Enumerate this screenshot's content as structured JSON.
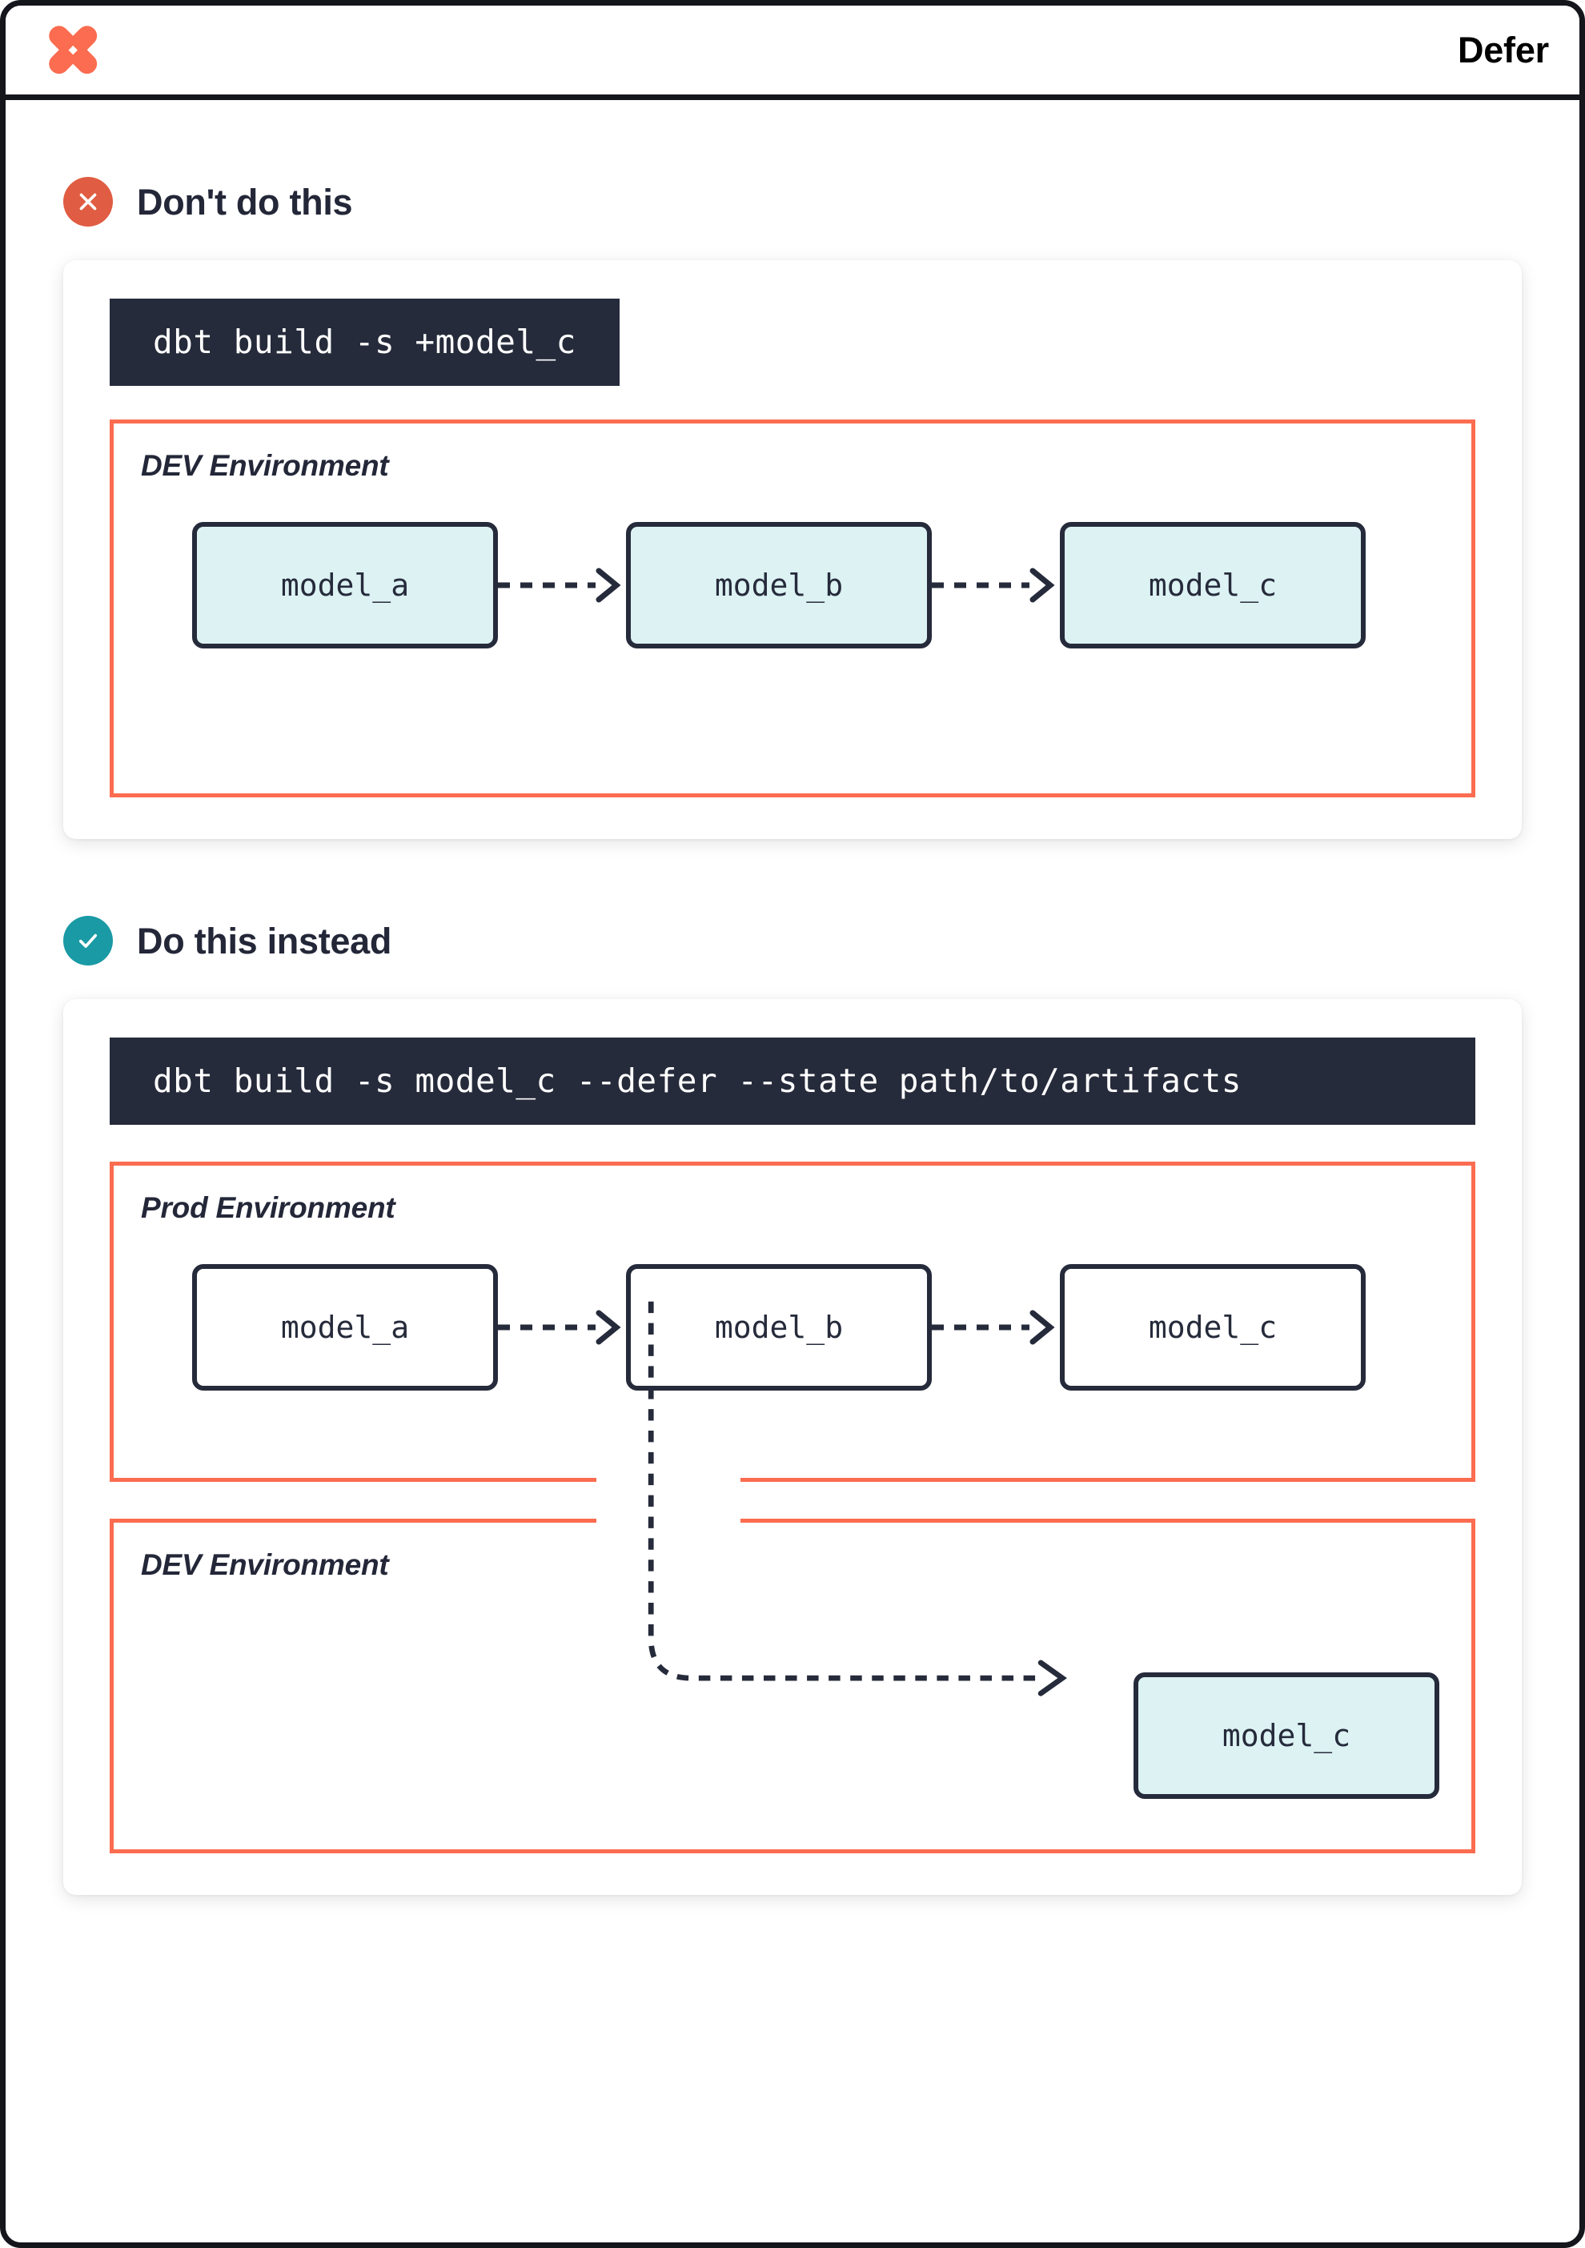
{
  "header": {
    "logo_icon": "dbt-logo-icon",
    "title": "Defer",
    "brand_color": "#fb6c50"
  },
  "colors": {
    "accent_orange": "#fb6c50",
    "bad_red": "#e05c42",
    "good_teal": "#1a9aa4",
    "ink": "#262b3b",
    "mint_fill": "#dcf2f3",
    "code_bg": "#262b3b"
  },
  "sections": [
    {
      "id": "dont-do-this",
      "badge_icon": "x-circle-icon",
      "badge_kind": "bad",
      "title": "Don't do this",
      "code": "dbt build -s +model_c",
      "environments": [
        {
          "id": "dev",
          "label": "DEV Environment",
          "nodes": [
            {
              "label": "model_a",
              "fill": "mint"
            },
            {
              "label": "model_b",
              "fill": "mint"
            },
            {
              "label": "model_c",
              "fill": "mint"
            }
          ]
        }
      ]
    },
    {
      "id": "do-this-instead",
      "badge_icon": "check-circle-icon",
      "badge_kind": "good",
      "title": "Do this instead",
      "code": "dbt build -s model_c --defer --state path/to/artifacts",
      "environments": [
        {
          "id": "prod",
          "label": "Prod Environment",
          "nodes": [
            {
              "label": "model_a",
              "fill": "white"
            },
            {
              "label": "model_b",
              "fill": "white"
            },
            {
              "label": "model_c",
              "fill": "white"
            }
          ]
        },
        {
          "id": "dev",
          "label": "DEV Environment",
          "nodes": [
            {
              "label": "model_c",
              "fill": "mint"
            }
          ]
        }
      ]
    }
  ]
}
